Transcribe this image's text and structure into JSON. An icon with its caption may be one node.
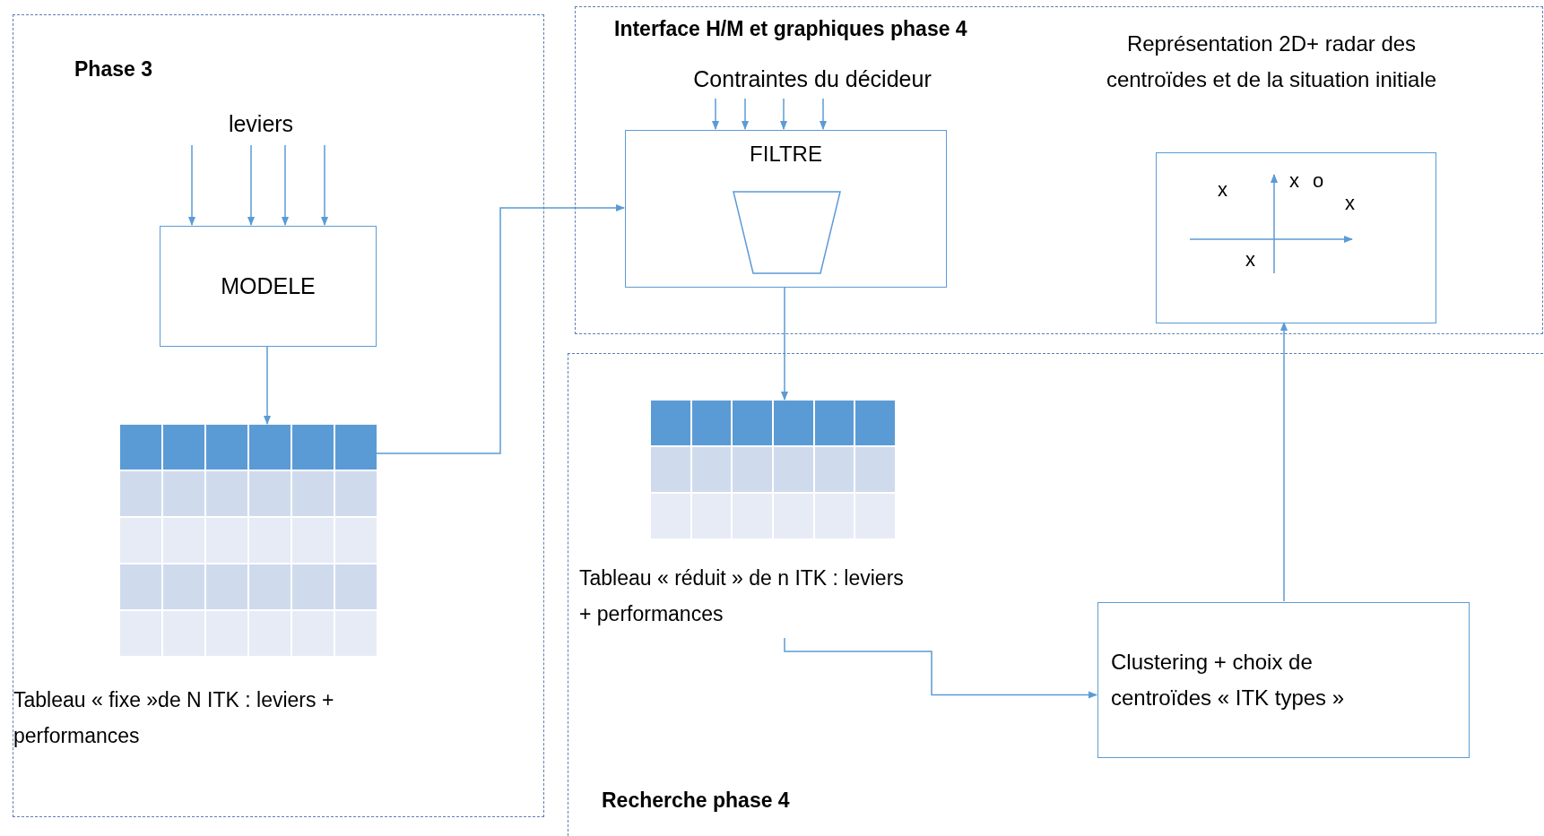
{
  "diagram": {
    "nodes": [
      {
        "text": [
          "Phase 3"
        ]
      },
      {
        "text": [
          "leviers"
        ],
        "in": 0
      },
      {
        "text": [
          "MODELE"
        ],
        "in": 0
      },
      {
        "text": [],
        "shape": "table",
        "beside": [
          "Tableau « fixe »de N ITK : leviers + performances"
        ],
        "in": 0
      },
      {
        "text": [
          "Interface H/M et graphiques phase 4"
        ]
      },
      {
        "text": [
          "Contraintes du décideur"
        ],
        "in": 4
      },
      {
        "text": [
          "FILTRE"
        ],
        "in": 4
      },
      {
        "text": [
          "Représentation 2D+ radar des centroïdes et de la situation initiale"
        ],
        "in": 4
      },
      {
        "text": [
          "Recherche phase 4"
        ]
      },
      {
        "text": [
          "Tableau « réduit » de n ITK : leviers + performances"
        ],
        "in": 8
      },
      {
        "text": [
          "Clustering + choix de centroïdes « ITK types »"
        ],
        "in": 8
      }
    ],
    "edges": [
      {
        "from": 1,
        "to": 2,
        "arrow": "to"
      },
      {
        "from": 1,
        "to": 2,
        "arrow": "to"
      },
      {
        "from": 1,
        "to": 2,
        "arrow": "to"
      },
      {
        "from": 1,
        "to": 2,
        "arrow": "to"
      },
      {
        "from": 2,
        "to": 3,
        "arrow": "to"
      },
      {
        "from": 3,
        "to": 6,
        "arrow": "to"
      },
      {
        "from": 5,
        "to": 6,
        "arrow": "to"
      },
      {
        "from": 5,
        "to": 6,
        "arrow": "to"
      },
      {
        "from": 5,
        "to": 6,
        "arrow": "to"
      },
      {
        "from": 5,
        "to": 6,
        "arrow": "to"
      },
      {
        "from": 6,
        "to": 9,
        "arrow": "to"
      },
      {
        "from": 9,
        "to": 10,
        "arrow": "to"
      },
      {
        "from": 10,
        "to": 7,
        "arrow": "to"
      }
    ],
    "labels": [
      "x",
      "o",
      "x",
      "x",
      "x"
    ]
  }
}
